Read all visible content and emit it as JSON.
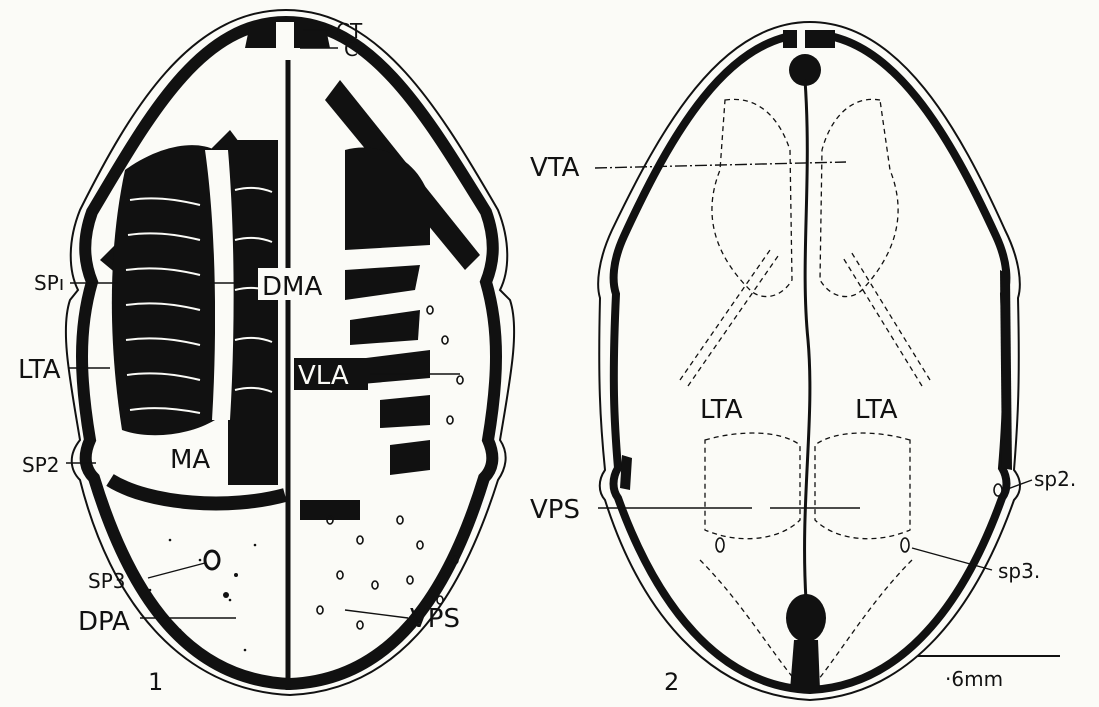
{
  "figure_1": {
    "number": "1",
    "labels": {
      "ct": "CT",
      "c": "C",
      "sp1": "SPı",
      "dma": "DMA",
      "lta": "LTA",
      "vla": "VLA",
      "sp2": "SP2",
      "ma": "MA",
      "sp3": "SP3",
      "dpa": "DPA",
      "vps": "VPS"
    }
  },
  "figure_2": {
    "number": "2",
    "labels": {
      "vta": "VTA",
      "lta_left": "LTA",
      "lta_right": "LTA",
      "vps": "VPS",
      "sp2": "sp2.",
      "sp3": "sp3."
    },
    "scale_bar_label": "·6mm"
  },
  "colors": {
    "ink": "#111111",
    "paper": "#fbfbf7"
  }
}
